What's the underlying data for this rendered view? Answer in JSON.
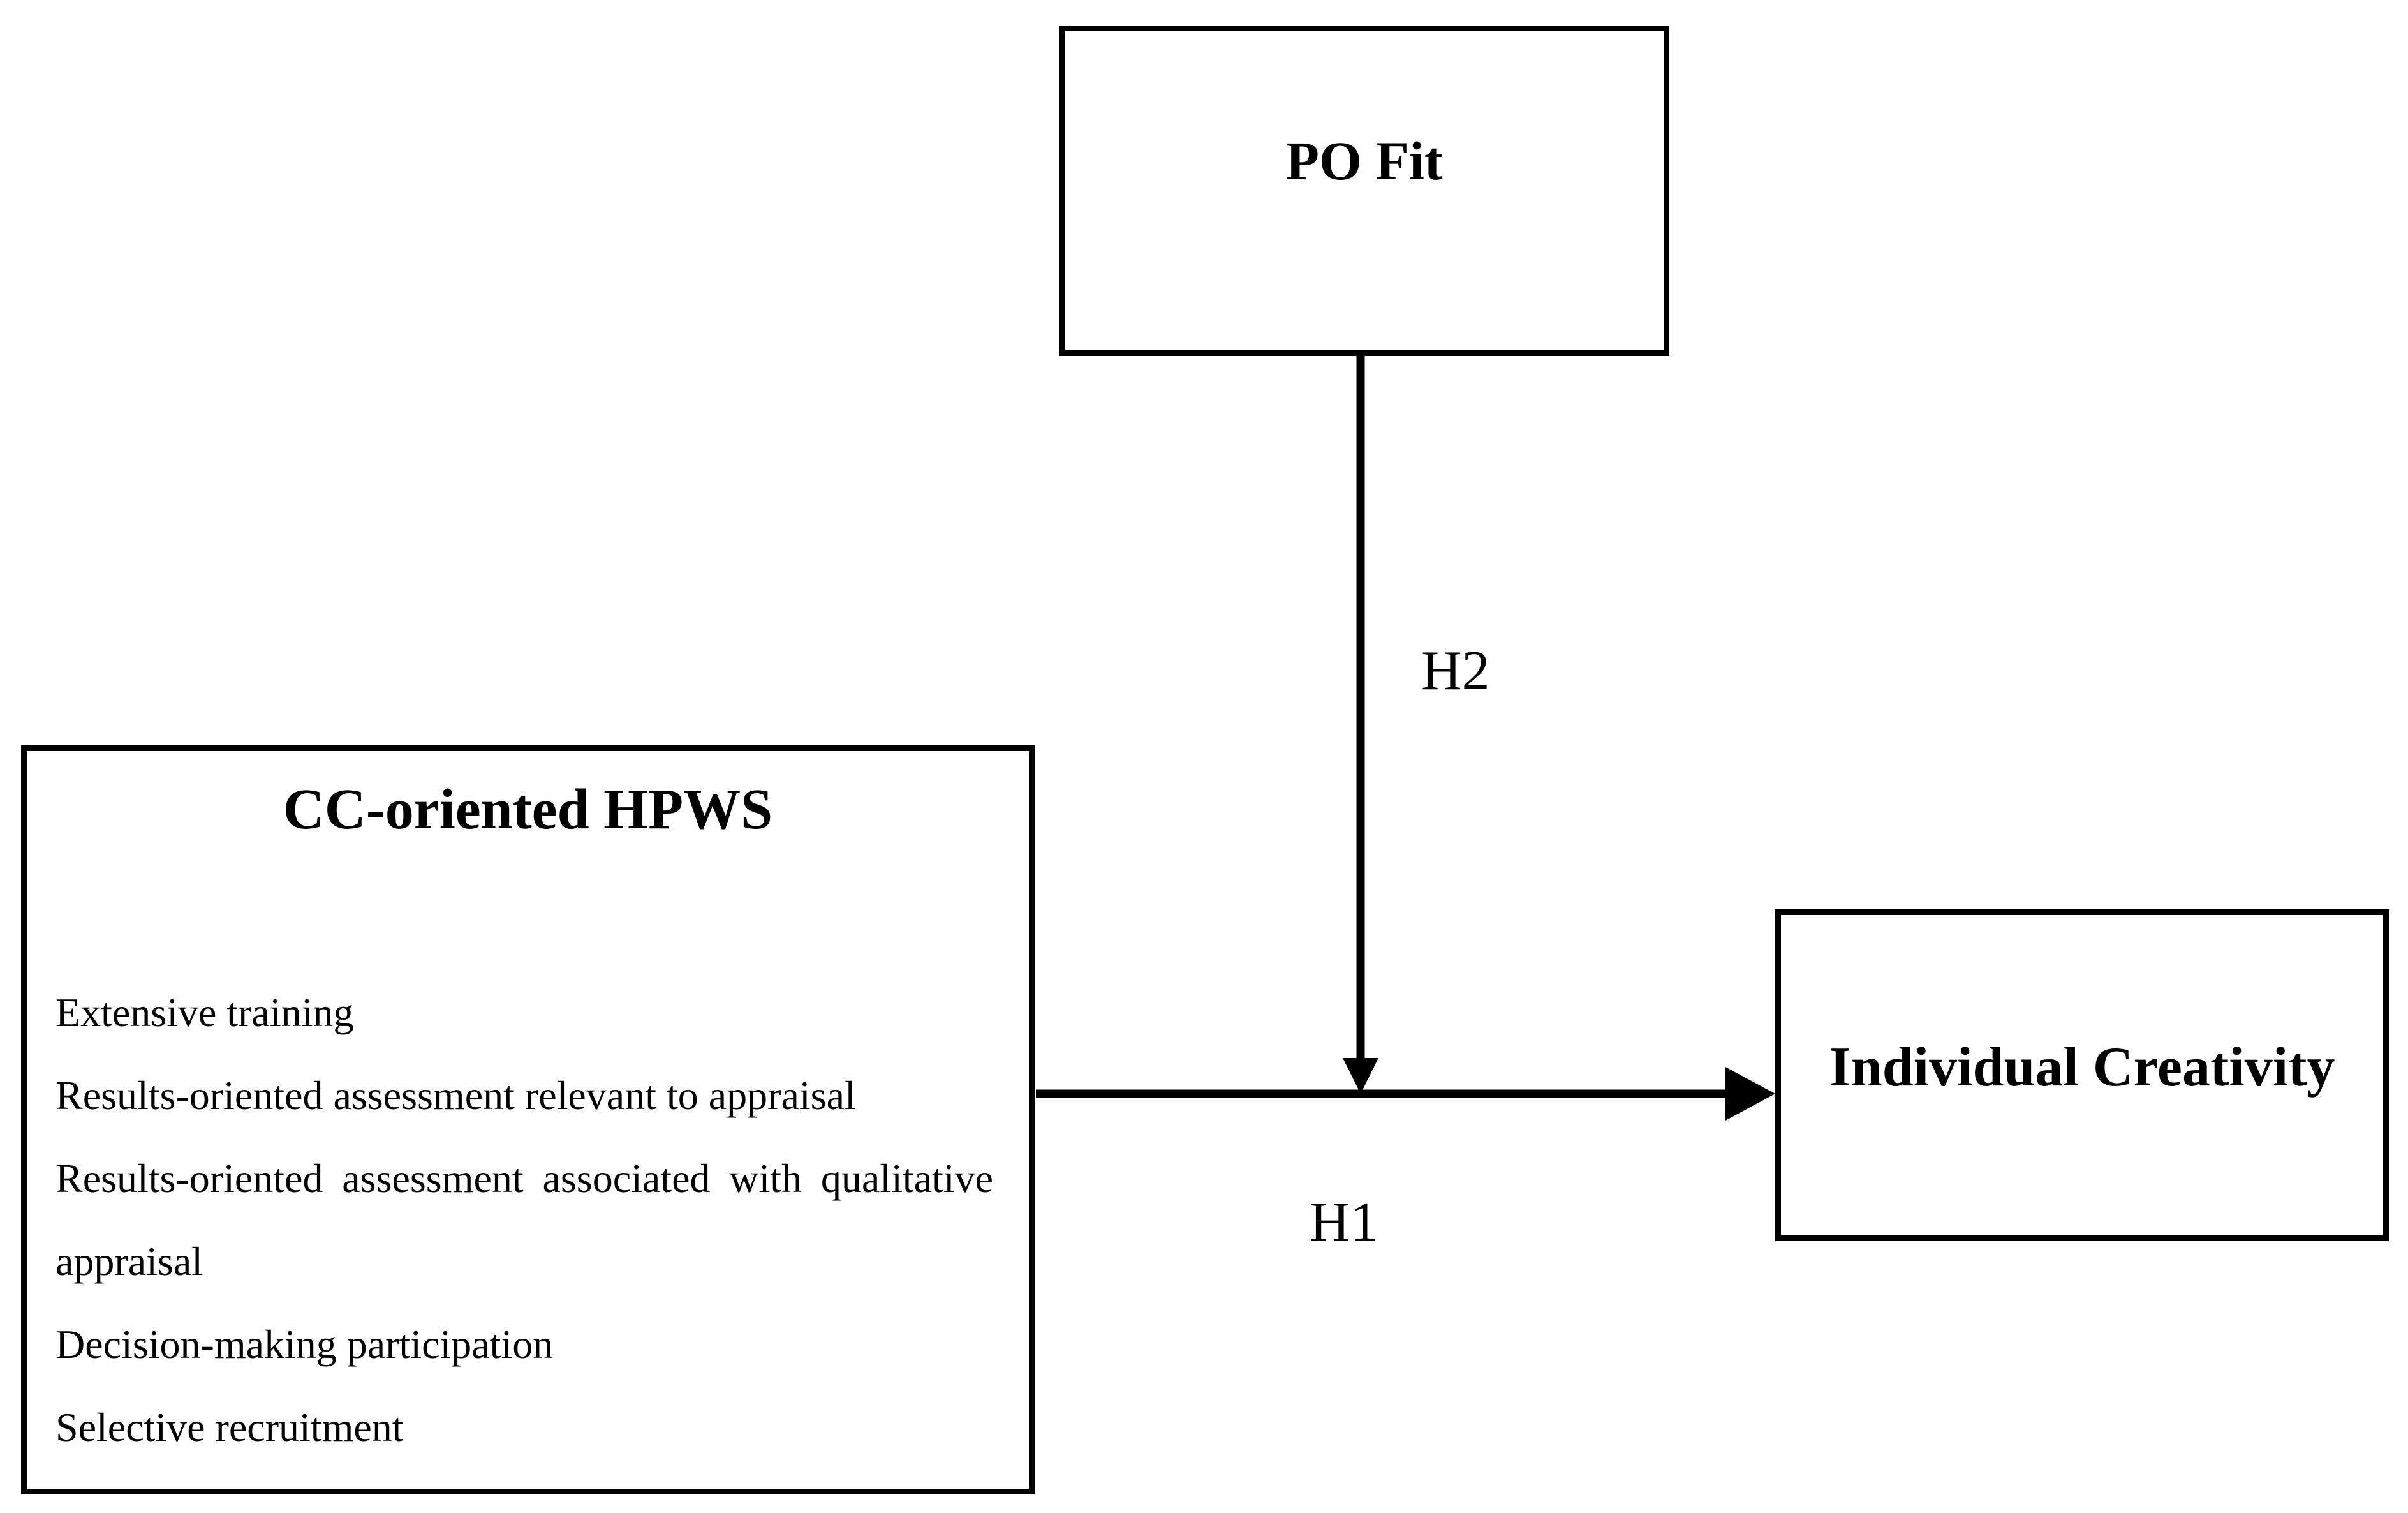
{
  "diagram": {
    "type": "conceptual-research-model",
    "nodes": {
      "po_fit": {
        "title": "PO Fit"
      },
      "hpws": {
        "title": "CC-oriented HPWS",
        "items": [
          "Extensive training",
          "Results-oriented assessment relevant to appraisal",
          "Results-oriented assessment associated with qualitative appraisal",
          "Decision-making participation",
          "Selective recruitment"
        ]
      },
      "creativity": {
        "title": "Individual Creativity"
      }
    },
    "edges": [
      {
        "id": "h1",
        "label": "H1",
        "from": "hpws",
        "to": "creativity",
        "style": "solid-arrow-right"
      },
      {
        "id": "h2",
        "label": "H2",
        "from": "po_fit",
        "to": "h1",
        "style": "solid-arrow-down-moderator"
      }
    ],
    "colors": {
      "stroke": "#000000",
      "background": "#ffffff",
      "text": "#000000"
    }
  }
}
